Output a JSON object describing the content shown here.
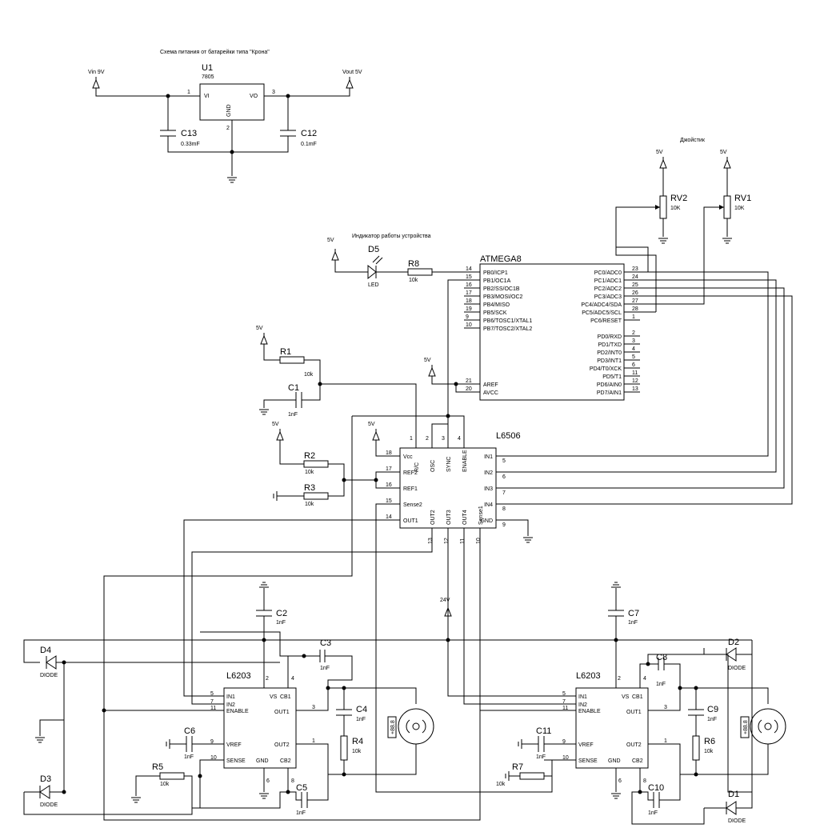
{
  "captions": {
    "power": "Схема питания от батарейки типа \"Крона\"",
    "joystick": "Джойстик",
    "indicator": "Индикатор работы устройства"
  },
  "nets": {
    "vin": "Vin 9V",
    "vout": "Vout 5V",
    "v5": "5V",
    "v24": "24V"
  },
  "u1": {
    "ref": "U1",
    "val": "7805",
    "pins": {
      "vi": "VI",
      "vo": "VO",
      "gnd": "GND",
      "n1": "1",
      "n2": "2",
      "n3": "3"
    }
  },
  "caps": {
    "c13": {
      "ref": "C13",
      "val": "0.33mF"
    },
    "c12": {
      "ref": "C12",
      "val": "0.1mF"
    },
    "c1": {
      "ref": "C1",
      "val": "1nF"
    },
    "c2": {
      "ref": "C2",
      "val": "1nF"
    },
    "c3": {
      "ref": "C3",
      "val": "1nF"
    },
    "c4": {
      "ref": "C4",
      "val": "1nF"
    },
    "c5": {
      "ref": "C5",
      "val": "1nF"
    },
    "c6": {
      "ref": "C6",
      "val": "1nF"
    },
    "c7": {
      "ref": "C7",
      "val": "1nF"
    },
    "c8": {
      "ref": "C8",
      "val": "1nF"
    },
    "c9": {
      "ref": "C9",
      "val": "1nF"
    },
    "c10": {
      "ref": "C10",
      "val": "1nF"
    },
    "c11": {
      "ref": "C11",
      "val": "1nF"
    }
  },
  "res": {
    "r1": {
      "ref": "R1",
      "val": "10k"
    },
    "r2": {
      "ref": "R2",
      "val": "10k"
    },
    "r3": {
      "ref": "R3",
      "val": "10k"
    },
    "r4": {
      "ref": "R4",
      "val": "10k"
    },
    "r5": {
      "ref": "R5",
      "val": "10k"
    },
    "r6": {
      "ref": "R6",
      "val": "10k"
    },
    "r7": {
      "ref": "R7",
      "val": "10k"
    },
    "r8": {
      "ref": "R8",
      "val": "10k"
    },
    "rv1": {
      "ref": "RV1",
      "val": "10K"
    },
    "rv2": {
      "ref": "RV2",
      "val": "10K"
    }
  },
  "led": {
    "ref": "D5",
    "val": "LED"
  },
  "diodes": {
    "d1": {
      "ref": "D1",
      "val": "DIODE"
    },
    "d2": {
      "ref": "D2",
      "val": "DIODE"
    },
    "d3": {
      "ref": "D3",
      "val": "DIODE"
    },
    "d4": {
      "ref": "D4",
      "val": "DIODE"
    }
  },
  "mcu": {
    "ref": "ATMEGA8",
    "left_pins": [
      {
        "num": "14",
        "name": "PB0/ICP1"
      },
      {
        "num": "15",
        "name": "PB1/OC1A"
      },
      {
        "num": "16",
        "name": "PB2/SS/OC1B"
      },
      {
        "num": "17",
        "name": "PB3/MOSI/OC2"
      },
      {
        "num": "18",
        "name": "PB4/MISO"
      },
      {
        "num": "19",
        "name": "PB5/SCK"
      },
      {
        "num": "9",
        "name": "PB6/TOSC1/XTAL1"
      },
      {
        "num": "10",
        "name": "PB7/TOSC2/XTAL2"
      }
    ],
    "power_pins": [
      {
        "num": "21",
        "name": "AREF"
      },
      {
        "num": "20",
        "name": "AVCC"
      }
    ],
    "right_pins": [
      {
        "num": "23",
        "name": "PC0/ADC0"
      },
      {
        "num": "24",
        "name": "PC1/ADC1"
      },
      {
        "num": "25",
        "name": "PC2/ADC2"
      },
      {
        "num": "26",
        "name": "PC3/ADC3"
      },
      {
        "num": "27",
        "name": "PC4/ADC4/SDA"
      },
      {
        "num": "28",
        "name": "PC5/ADC5/SCL"
      },
      {
        "num": "1",
        "name": "PC6/RESET"
      },
      {
        "num": "2",
        "name": "PD0/RXD"
      },
      {
        "num": "3",
        "name": "PD1/TXD"
      },
      {
        "num": "4",
        "name": "PD2/INT0"
      },
      {
        "num": "5",
        "name": "PD3/INT1"
      },
      {
        "num": "6",
        "name": "PD4/T0/XCK"
      },
      {
        "num": "11",
        "name": "PD5/T1"
      },
      {
        "num": "12",
        "name": "PD6/AIN0"
      },
      {
        "num": "13",
        "name": "PD7/AIN1"
      }
    ]
  },
  "l6506": {
    "ref": "L6506",
    "left_pins": [
      {
        "num": "18",
        "name": "Vcc"
      },
      {
        "num": "17",
        "name": "REF2"
      },
      {
        "num": "16",
        "name": "REF1"
      },
      {
        "num": "15",
        "name": "Sense2"
      },
      {
        "num": "14",
        "name": "OUT1"
      }
    ],
    "top_pins": [
      {
        "num": "1",
        "name": "R/C"
      },
      {
        "num": "2",
        "name": "OSC"
      },
      {
        "num": "3",
        "name": "SYNC"
      },
      {
        "num": "4",
        "name": "ENABLE"
      }
    ],
    "right_pins": [
      {
        "num": "5",
        "name": "IN1"
      },
      {
        "num": "6",
        "name": "IN2"
      },
      {
        "num": "7",
        "name": "IN3"
      },
      {
        "num": "8",
        "name": "IN4"
      },
      {
        "num": "9",
        "name": "GND"
      }
    ],
    "bottom_pins": [
      {
        "num": "13",
        "name": "OUT2"
      },
      {
        "num": "12",
        "name": "OUT3"
      },
      {
        "num": "11",
        "name": "OUT4"
      },
      {
        "num": "10",
        "name": "Sense1"
      }
    ]
  },
  "l6203a": {
    "ref": "L6203",
    "left_pins": [
      {
        "num": "5",
        "name": "IN1"
      },
      {
        "num": "7",
        "name": "IN2"
      },
      {
        "num": "11",
        "name": "ENABLE"
      },
      {
        "num": "9",
        "name": "VREF"
      },
      {
        "num": "10",
        "name": "SENSE"
      }
    ],
    "inner": {
      "vs": "VS",
      "cb1": "CB1",
      "out1": "OUT1",
      "out2": "OUT2",
      "cb2": "CB2",
      "gnd": "GND"
    },
    "nums": {
      "p2": "2",
      "p4": "4",
      "p3": "3",
      "p1": "1",
      "p8": "8",
      "p6": "6"
    }
  },
  "l6203b": {
    "ref": "L6203",
    "left_pins": [
      {
        "num": "5",
        "name": "IN1"
      },
      {
        "num": "7",
        "name": "IN2"
      },
      {
        "num": "11",
        "name": "ENABLE"
      },
      {
        "num": "9",
        "name": "VREF"
      },
      {
        "num": "10",
        "name": "SENSE"
      }
    ],
    "inner": {
      "vs": "VS",
      "cb1": "CB1",
      "out1": "OUT1",
      "out2": "OUT2",
      "cb2": "CB2",
      "gnd": "GND"
    },
    "nums": {
      "p2": "2",
      "p4": "4",
      "p3": "3",
      "p1": "1",
      "p8": "8",
      "p6": "6"
    }
  },
  "motor": {
    "label": "+88.8"
  }
}
